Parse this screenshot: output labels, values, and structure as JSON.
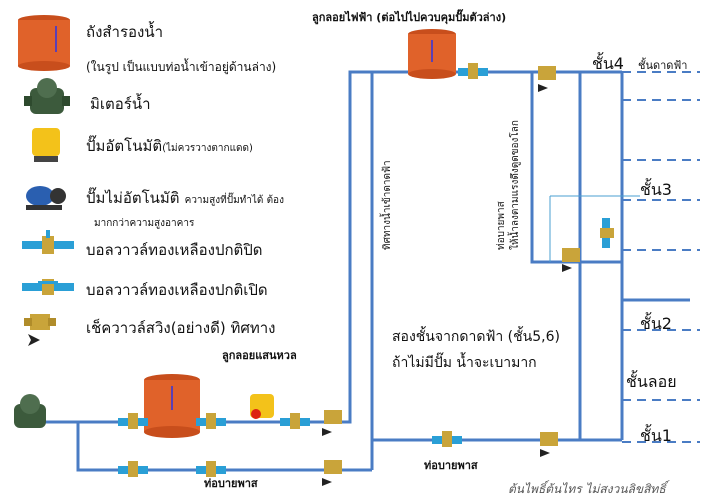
{
  "legend": {
    "tank": "ถังสำรองน้ำ",
    "tank_note": "(ในรูป เป็นแบบท่อน้ำเข้าอยู่ด้านล่าง)",
    "meter": "มิเตอร์น้ำ",
    "auto_pump": "ปั๊มอัตโนมัติ",
    "auto_pump_note": "(ไม่ควรวางตากแดด)",
    "manual_pump": "ปั๊มไม่อัตโนมัติ",
    "manual_pump_note": "ความสูงที่ปั๊มทำได้ ต้อง",
    "manual_pump_note2": "มากกว่าความสูงอาคาร",
    "valve_closed": "บอลวาวล์ทองเหลืองปกติปิด",
    "valve_open": "บอลวาวล์ทองเหลืองปกติเปิด",
    "check_valve": "เช็ควาวล์สวิง(อย่างดี) ทิศทาง"
  },
  "labels": {
    "top_float": "ลูกลอยไฟฟ้า (ต่อไปไปควบคุมปั๊มตัวล่าง)",
    "bottom_float": "ลูกลอยแสนหวล",
    "bypass1": "ท่อบายพาส",
    "bypass2": "ท่อบายพาส",
    "riser_left": "ทิศทางน้ำเข้าดาดฟ้า",
    "riser_right_1": "ท่อบายพาส",
    "riser_right_2": "ให้น้ำลงตามแรงดึงดูดของโลก",
    "note1": "สองชั้นจากดาดฟ้า (ชั้น5,6)",
    "note2": "ถ้าไม่มีปั๊ม น้ำจะเบามาก",
    "watermark": "ต้นไพธิ์ต้นไทร ไม่สงวนลิขสิทธิ์"
  },
  "floors": {
    "f4": "ชั้น4",
    "roof": "ชั้นดาดฟ้า",
    "f3": "ชั้น3",
    "f2": "ชั้น2",
    "mezz": "ชั้นลอย",
    "f1": "ชั้น1"
  },
  "colors": {
    "pipe": "#4a7cc4",
    "tank": "#e0622a",
    "pump": "#f3c21a",
    "valve_blue": "#2a9fd6",
    "brass": "#c9a43a"
  }
}
